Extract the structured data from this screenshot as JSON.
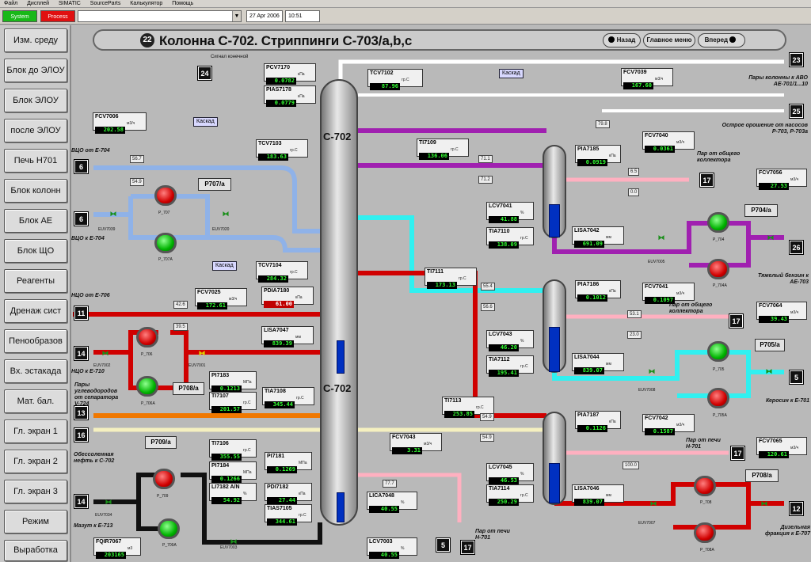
{
  "menu": [
    "Файл",
    "Дисплей",
    "SIMATIC",
    "SourceParts",
    "Калькулятор",
    "Помощь"
  ],
  "toolbar": {
    "system_label": "System",
    "process_label": "Process",
    "combo_value": "",
    "date": "27 Apr 2006",
    "time": "10:51"
  },
  "sidebar": [
    "Изм. среду",
    "Блок до ЭЛОУ",
    "Блок ЭЛОУ",
    "после ЭЛОУ",
    "Печь Н701",
    "Блок колонн",
    "Блок АЕ",
    "Блок ЩО",
    "Реагенты",
    "Дренаж сист",
    "Пенообразов",
    "Вх. эстакада",
    "Мат. бал.",
    "Гл. экран 1",
    "Гл. экран 2",
    "Гл. экран 3",
    "Режим",
    "Выработка"
  ],
  "header": {
    "icon": "22",
    "title": "Колонна С-702. Стриппинги С-703/а,b,c",
    "back": "Назад",
    "main": "Главное меню",
    "forward": "Вперед"
  },
  "column": {
    "name_top": "С-702",
    "name_bottom": "С-702"
  },
  "nav_numbers": {
    "n24": "24",
    "n23": "23",
    "n25": "25",
    "n6a": "6",
    "n6b": "6",
    "n17a": "17",
    "n26": "26",
    "n11": "11",
    "n17b": "17",
    "n14a": "14",
    "n5": "5",
    "n13": "13",
    "n16": "16",
    "n17c": "17",
    "n12": "12",
    "n14b": "14",
    "n5b": "5",
    "n17d": "17"
  },
  "tags": {
    "PCV7170": {
      "name": "PCV7170",
      "value": "0.0782",
      "unit": "кПа"
    },
    "PIAS7178": {
      "name": "PIAS7178",
      "value": "0.0779",
      "unit": "кПа"
    },
    "TCV7102": {
      "name": "TCV7102",
      "value": "87.96",
      "unit": "гр.С"
    },
    "FCV7039": {
      "name": "FCV7039",
      "value": "167.60",
      "unit": "м3/ч"
    },
    "FCV7006": {
      "name": "FCV7006",
      "value": "202.58",
      "unit": "м3/ч"
    },
    "TCV7103": {
      "name": "TCV7103",
      "value": "183.63",
      "unit": "гр.С"
    },
    "TI7109": {
      "name": "TI7109",
      "value": "136.06",
      "unit": "гр.С"
    },
    "PIA7185": {
      "name": "PIA7185",
      "value": "0.0919",
      "unit": "кПа"
    },
    "FCV7040": {
      "name": "FCV7040",
      "value": "0.0361",
      "unit": "м3/ч"
    },
    "FCV7056": {
      "name": "FCV7056",
      "value": "27.53",
      "unit": "м3/ч"
    },
    "LCV7041": {
      "name": "LCV7041",
      "value": "41.88",
      "unit": "%"
    },
    "TIA7110": {
      "name": "TIA7110",
      "value": "138.09",
      "unit": "гр.С"
    },
    "LISA7042": {
      "name": "LISA7042",
      "value": "691.09",
      "unit": "мм"
    },
    "TCV7104": {
      "name": "TCV7104",
      "value": "284.32",
      "unit": "гр.С"
    },
    "TI7111": {
      "name": "TI7111",
      "value": "173.13",
      "unit": "гр.С"
    },
    "PIA7186": {
      "name": "PIA7186",
      "value": "0.1012",
      "unit": "кПа"
    },
    "FCV7041": {
      "name": "FCV7041",
      "value": "0.1097",
      "unit": "м3/ч"
    },
    "FCV7064": {
      "name": "FCV7064",
      "value": "39.43",
      "unit": "м3/ч"
    },
    "FCV7025": {
      "name": "FCV7025",
      "value": "172.61",
      "unit": "м3/ч"
    },
    "PDIA7180": {
      "name": "PDIA7180",
      "value": "61.00",
      "unit": "кПа"
    },
    "LISA7047": {
      "name": "LISA7047",
      "value": "839.39",
      "unit": "мм"
    },
    "LCV7043": {
      "name": "LCV7043",
      "value": "46.20",
      "unit": "%"
    },
    "TIA7112": {
      "name": "TIA7112",
      "value": "195.41",
      "unit": "гр.С"
    },
    "LISA7044": {
      "name": "LISA7044",
      "value": "839.07",
      "unit": "мм"
    },
    "PI7183": {
      "name": "PI7183",
      "value": "0.1213",
      "unit": "МПа"
    },
    "TI7107": {
      "name": "TI7107",
      "value": "201.57",
      "unit": "гр.С"
    },
    "TIA7108": {
      "name": "TIA7108",
      "value": "345.44",
      "unit": "гр.С"
    },
    "TI7113": {
      "name": "TI7113",
      "value": "253.85",
      "unit": "гр.С"
    },
    "PIA7187": {
      "name": "PIA7187",
      "value": "0.1126",
      "unit": "кПа"
    },
    "FCV7042": {
      "name": "FCV7042",
      "value": "0.1587",
      "unit": "м3/ч"
    },
    "FCV7065": {
      "name": "FCV7065",
      "value": "120.61",
      "unit": "м3/ч"
    },
    "TI7106": {
      "name": "TI7106",
      "value": "355.55",
      "unit": "гр.С"
    },
    "PI7184": {
      "name": "PI7184",
      "value": "0.1266",
      "unit": "МПа"
    },
    "LI7182": {
      "name": "LI7182 A/N",
      "value": "54.92",
      "unit": "%"
    },
    "PI7181": {
      "name": "PI7181",
      "value": "0.1269",
      "unit": "МПа"
    },
    "PDI7182": {
      "name": "PDI7182",
      "value": "27.44",
      "unit": "кПа"
    },
    "TIAS7105": {
      "name": "TIAS7105",
      "value": "344.61",
      "unit": "гр.С"
    },
    "FCV7043": {
      "name": "FCV7043",
      "value": "3.31",
      "unit": "м3/ч"
    },
    "LICA7048": {
      "name": "LICA7048",
      "value": "40.55",
      "unit": "%"
    },
    "LCV7045": {
      "name": "LCV7045",
      "value": "46.53",
      "unit": "%"
    },
    "TIA7114": {
      "name": "TIA7114",
      "value": "250.29",
      "unit": "гр.С"
    },
    "LISA7046": {
      "name": "LISA7046",
      "value": "839.07",
      "unit": "мм"
    },
    "LCV7003": {
      "name": "LCV7003",
      "value": "40.55",
      "unit": "%"
    },
    "FQIR7067": {
      "name": "FQIR7067",
      "value": "203165",
      "unit": "м3"
    }
  },
  "modes": {
    "m1": "Каскад",
    "m2": "Каскад",
    "m3": "Каскад"
  },
  "pump_boxes": {
    "p1": "P707/а",
    "p2": "P704/а",
    "p3": "P705/а",
    "p4": "P708/а",
    "p5": "P709/а",
    "p6": "P708/а"
  },
  "valve_readouts": {
    "v1": "56.7",
    "v2": "54.9",
    "v3": "71.1",
    "v4": "71.2",
    "v5": "79.8",
    "v6": "6.5",
    "v7": "0.0",
    "v8": "55.4",
    "v9": "56.6",
    "v10": "42.6",
    "v11": "39.5",
    "v12": "53.1",
    "v13": "23.0",
    "v14": "54.9",
    "v15": "54.9",
    "v16": "100.0",
    "v17": "77.7"
  },
  "labels": {
    "l1": "Сигнал конечной",
    "l2": "ВЦО от Е-704",
    "l3": "ВЦО к Е-704",
    "l4": "НЦО от Е-706",
    "l5": "НЦО к Е-710",
    "l6": "Пары углеводородов от сепаратора V-724",
    "l7": "Обессоленная нефть к С-702",
    "l8": "Мазут к Е-713",
    "l9": "Пары колонны к АВО АЕ-701/1...10",
    "l10": "Острое орошение от насосов Р-703, Р-703а",
    "l11": "Пар от общего коллектора",
    "l12": "Тяжелый бензин к АЕ-703",
    "l13": "Пар от общего коллектора",
    "l14": "Керосин к Е-701",
    "l15": "Пар от печи Н-701",
    "l16": "Дизельная фракция к Е-707",
    "l17": "Пар от печи Н-701"
  },
  "pump_names": {
    "a": "P_707",
    "b": "P_707A",
    "c": "P_706",
    "d": "P_706A",
    "e": "P_709",
    "f": "P_709A",
    "g": "P_704",
    "h": "P_704A",
    "i": "P_705",
    "j": "P_705A",
    "k": "P_708",
    "l": "P_708A"
  },
  "valve_names": {
    "a": "EUV7039",
    "b": "EUV7020",
    "c": "EUV7002",
    "d": "EUV7001",
    "e": "EUV7034",
    "f": "EUV7003",
    "g": "EUV7005",
    "h": "EUV7008",
    "i": "EUV7007"
  },
  "colors": {
    "blue": "#8fb2e8",
    "purple": "#a020b0",
    "cyan": "#30f0f0",
    "red": "#d00000",
    "pink": "#ffb0c0",
    "orange": "#f07800",
    "black": "#111111",
    "green": "#00b000"
  }
}
